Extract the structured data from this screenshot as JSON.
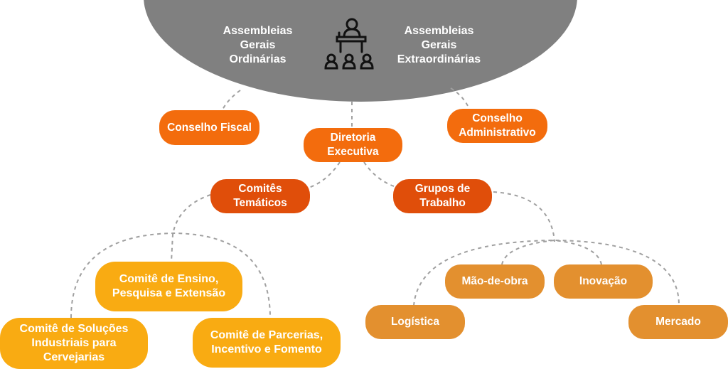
{
  "top": {
    "left_label": "Assembleias Gerais Ordinárias",
    "right_label": "Assembleias Gerais Extraordinárias",
    "icon": "assembly-speaker-icon"
  },
  "nodes": {
    "conselho_fiscal": "Conselho Fiscal",
    "diretoria_executiva": "Diretoria Executiva",
    "conselho_administrativo": "Conselho Administrativo",
    "comites_tematicos": "Comitês Temáticos",
    "grupos_trabalho": "Grupos de Trabalho",
    "comite_ensino": "Comitê de Ensino, Pesquisa e Extensão",
    "comite_solucoes": "Comitê de Soluções Industriais para Cervejarias",
    "comite_parcerias": "Comitê de Parcerias, Incentivo e Fomento",
    "mao_de_obra": "Mão-de-obra",
    "inovacao": "Inovação",
    "logistica": "Logística",
    "mercado": "Mercado"
  },
  "colors": {
    "assembly": "#808080",
    "level1": "#f36c0d",
    "level2": "#e04e0a",
    "committees": "#f9ab12",
    "groups": "#e3902f",
    "connector": "#a0a0a0"
  }
}
